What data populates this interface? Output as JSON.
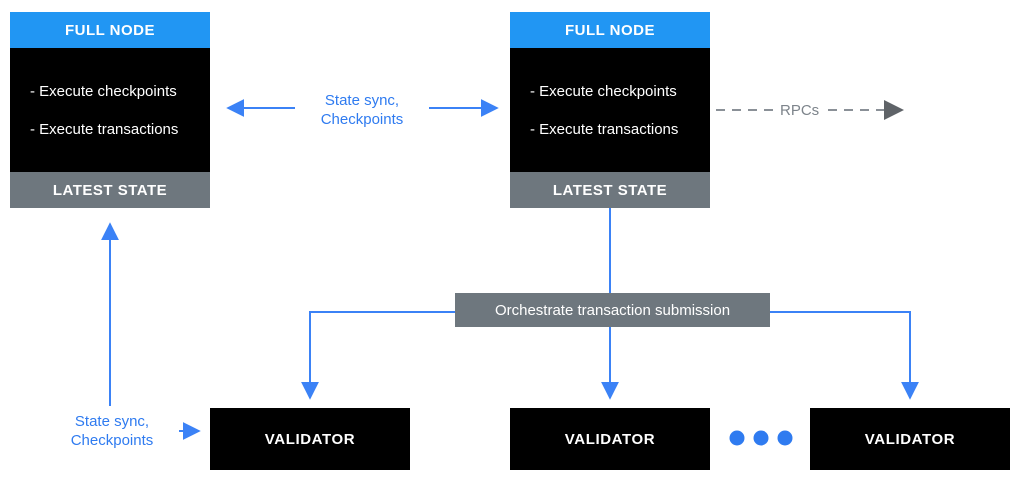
{
  "colors": {
    "node_header_blue": "#2196f3",
    "node_body_black": "#000000",
    "state_gray": "#6e777e",
    "arrow_blue": "#3b82f6",
    "label_blue": "#2f7bf0",
    "dashed_line_gray": "#8a9097",
    "dashed_arrowhead_gray": "#5f6368",
    "rpcs_text_gray": "#7d848b",
    "dots_blue": "#2f7bf0"
  },
  "full_node_left": {
    "header": "FULL NODE",
    "items": [
      "- Execute checkpoints",
      "- Execute transactions"
    ],
    "footer": "LATEST STATE"
  },
  "full_node_right": {
    "header": "FULL NODE",
    "items": [
      "- Execute checkpoints",
      "- Execute transactions"
    ],
    "footer": "LATEST STATE"
  },
  "labels": {
    "top_sync": {
      "line1": "State sync,",
      "line2": "Checkpoints"
    },
    "rpcs": "RPCs",
    "orchestrate": "Orchestrate transaction submission",
    "bottom_sync": {
      "line1": "State sync,",
      "line2": "Checkpoints"
    }
  },
  "validators": [
    {
      "label": "VALIDATOR"
    },
    {
      "label": "VALIDATOR"
    },
    {
      "label": "VALIDATOR"
    }
  ]
}
